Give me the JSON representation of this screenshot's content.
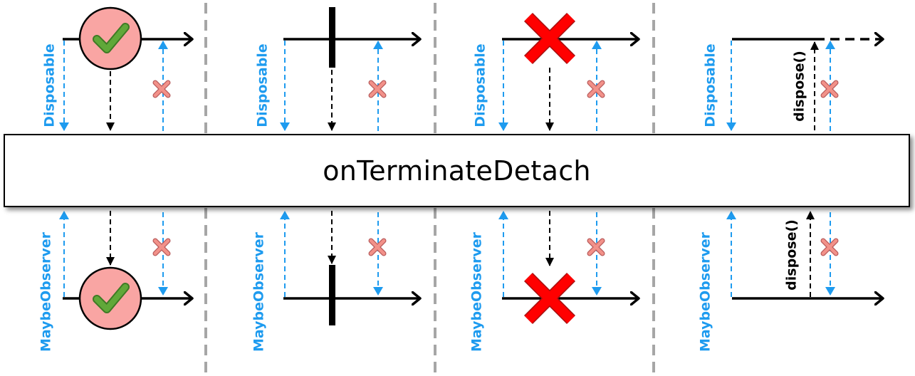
{
  "operator": {
    "name": "onTerminateDetach"
  },
  "labels": {
    "upstream": "Disposable",
    "downstream": "MaybeObserver",
    "dispose": "dispose()"
  },
  "colors": {
    "signal_blue": "#1e9bef",
    "cancel_x_fill": "#f29189",
    "error_red": "#ff0000",
    "success_fill": "#f9a5a3",
    "check_green": "#60a839",
    "divider_gray": "#a6a6a6"
  },
  "panels": [
    {
      "case": "success",
      "symbol": "success-check-icon"
    },
    {
      "case": "completion",
      "symbol": "completion-bar-icon"
    },
    {
      "case": "error",
      "symbol": "error-x-icon"
    },
    {
      "case": "dispose",
      "symbol": "dispose-arrow-icon"
    }
  ]
}
